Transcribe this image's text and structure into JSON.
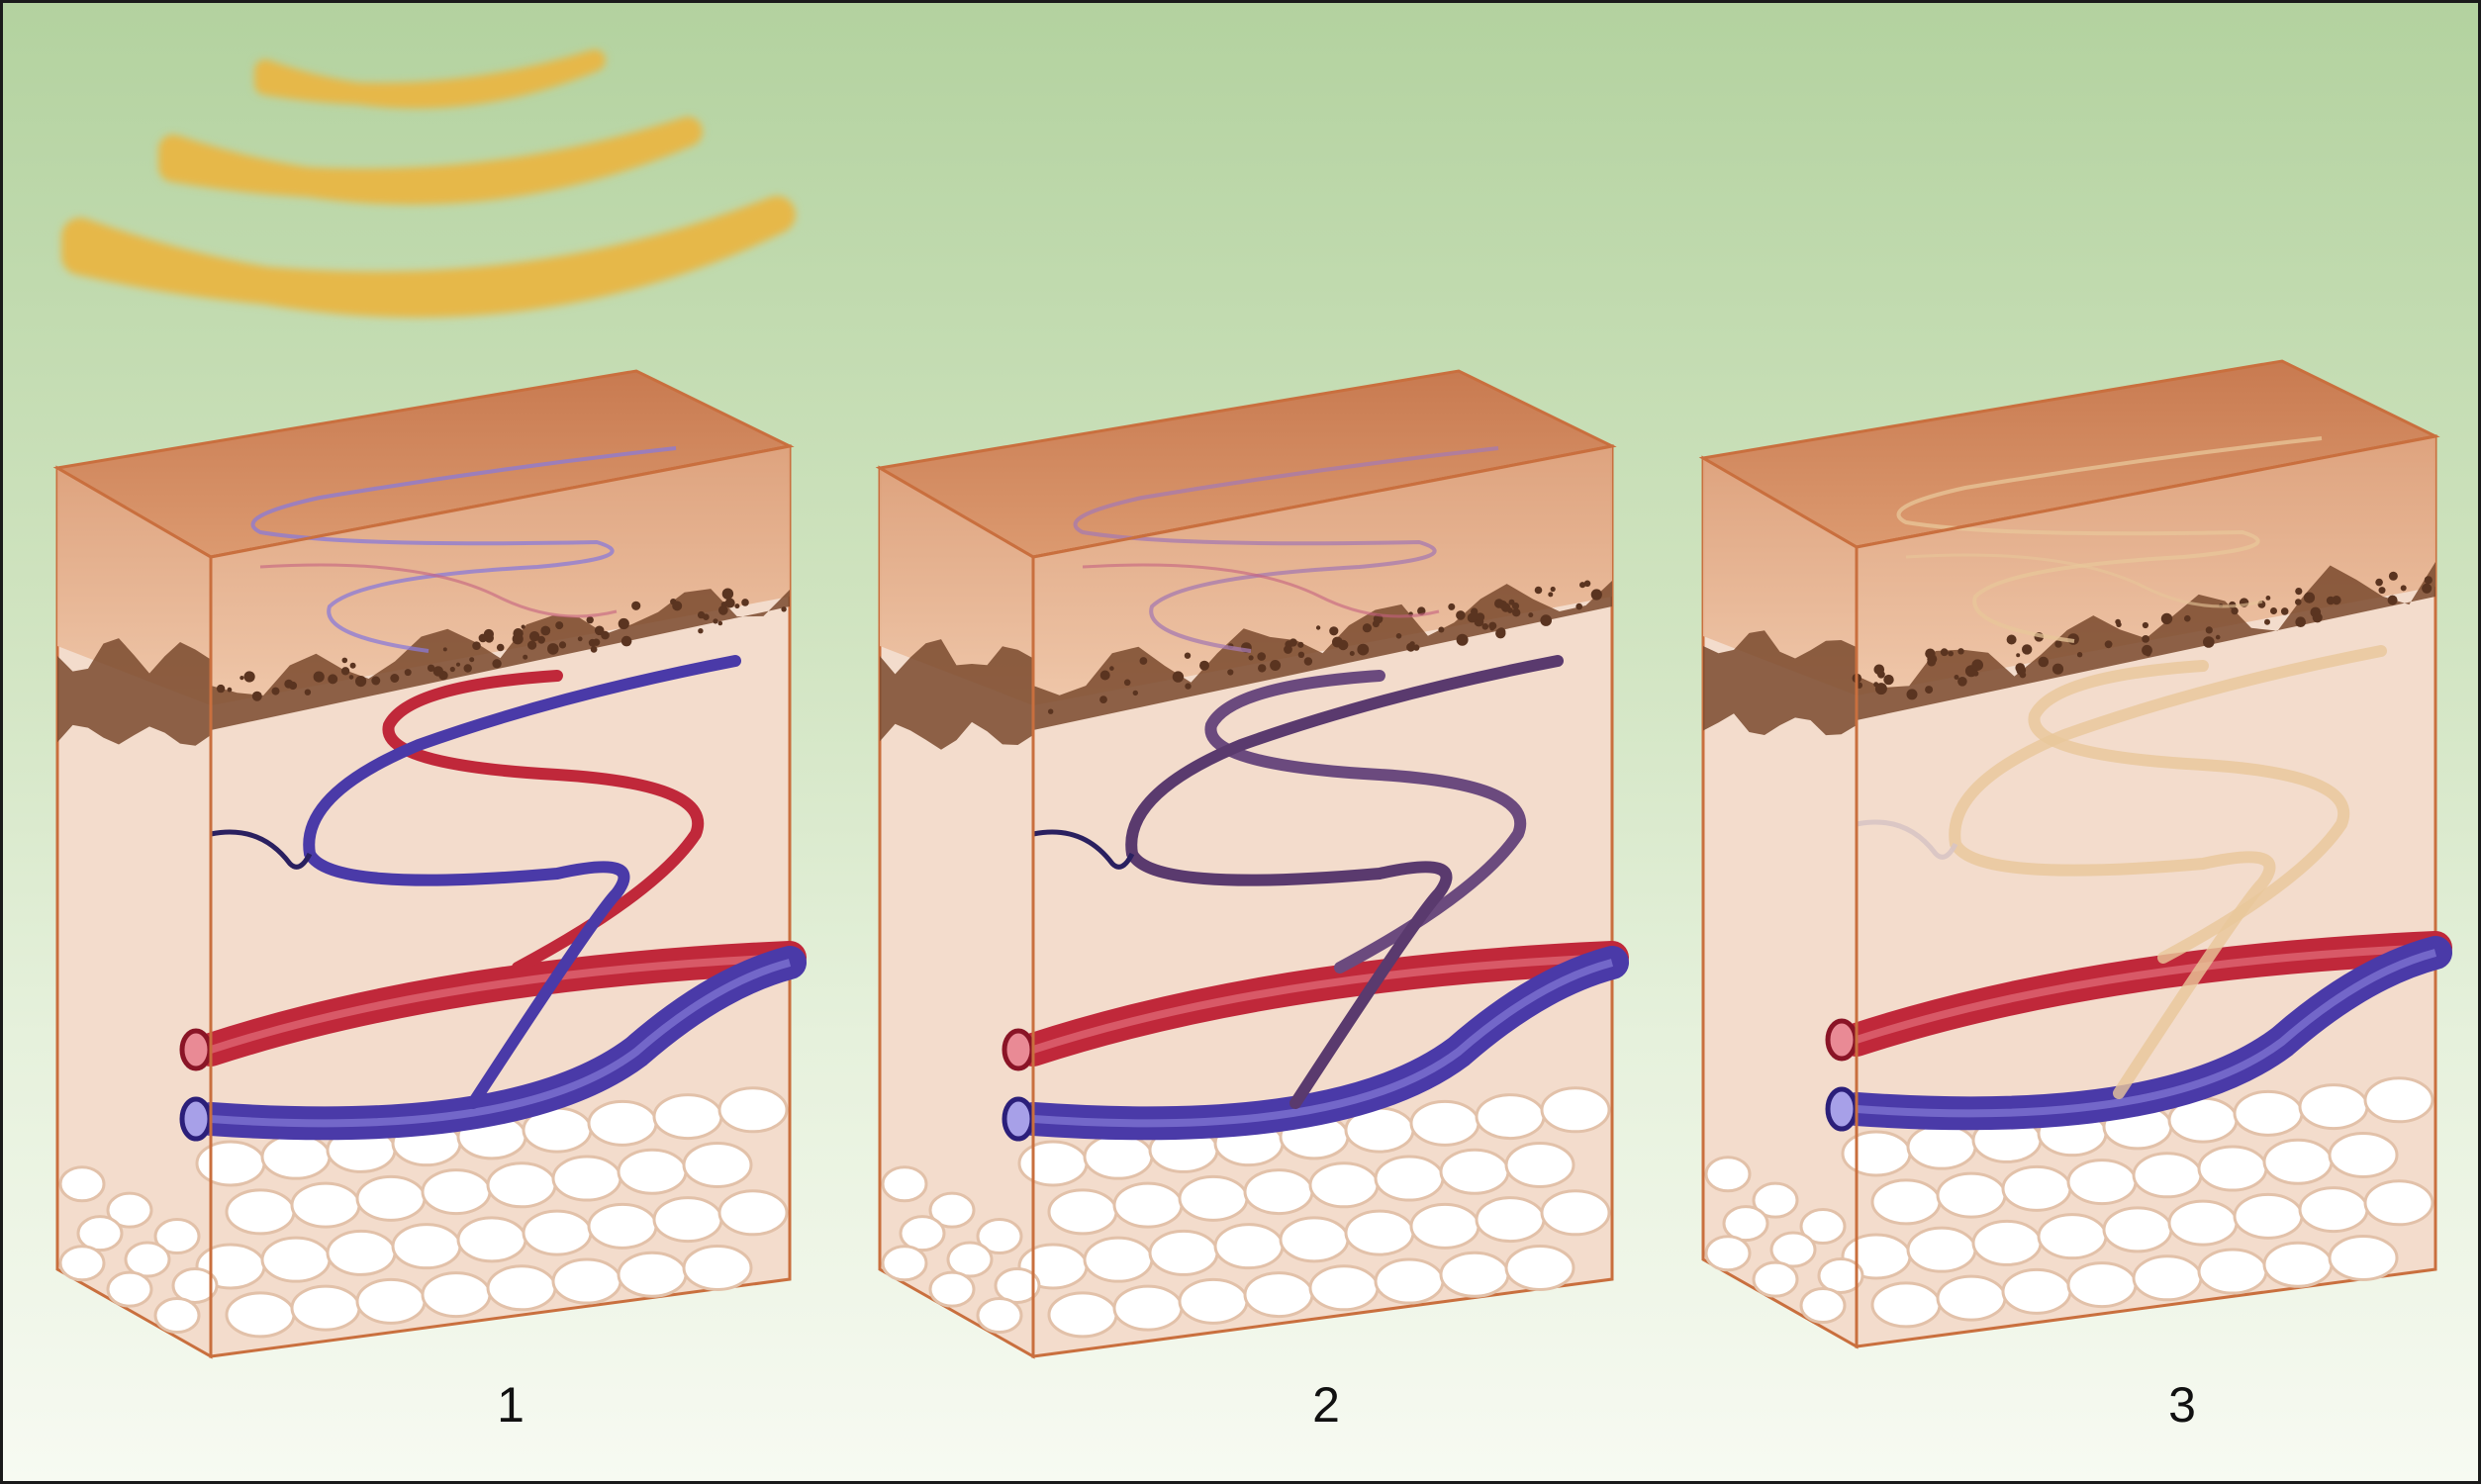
{
  "panels": [
    {
      "label": "1",
      "vessels": "normal"
    },
    {
      "label": "2",
      "vessels": "darkened"
    },
    {
      "label": "3",
      "vessels": "faded"
    }
  ],
  "colors": {
    "artery": "#c0283a",
    "vein": "#4a3aa8",
    "treated_vessel": "#6b4a7e",
    "faded_vessel": "#e8c79a",
    "epidermis": "#d99568",
    "dermis": "#f3dccc",
    "melanin_layer": "#7a4a2e",
    "fat": "#ffffff",
    "energy_waves": "#e6b84a"
  }
}
